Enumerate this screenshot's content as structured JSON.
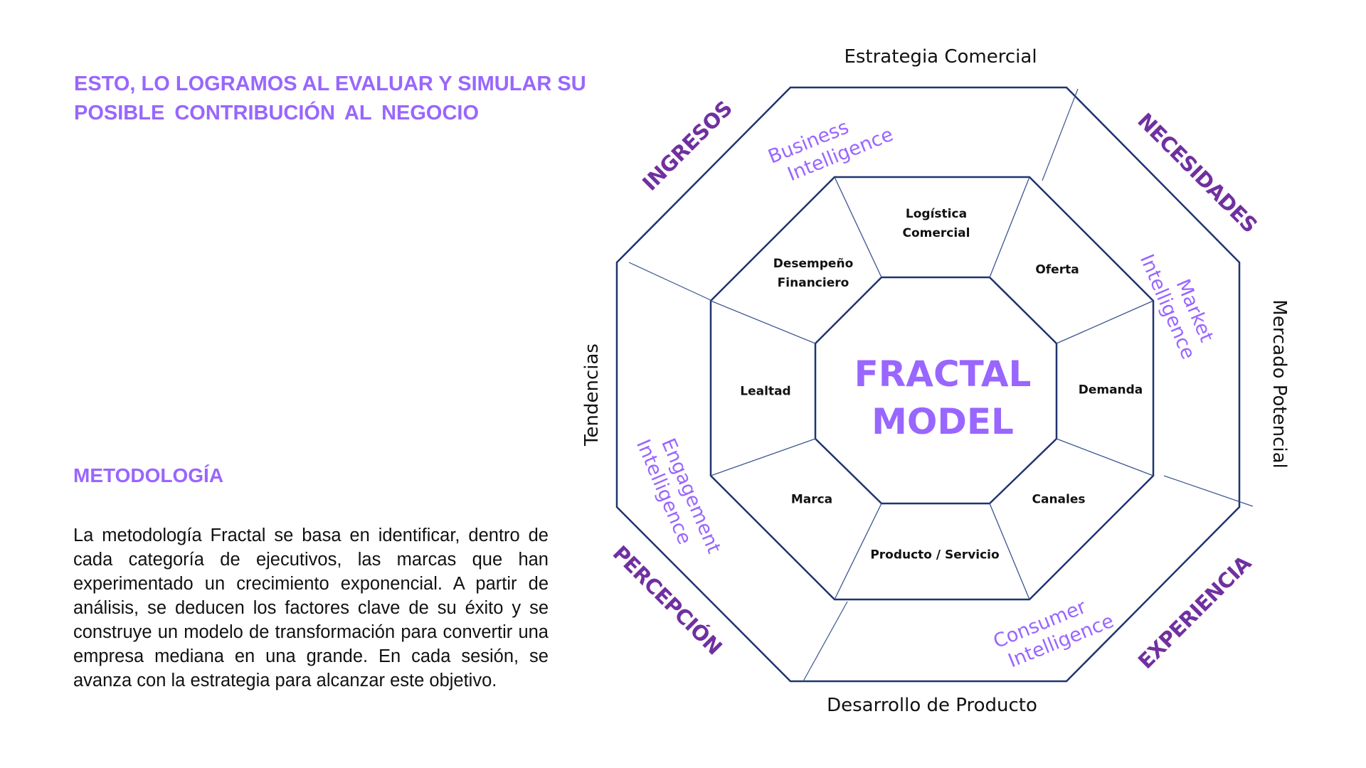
{
  "header": {
    "title_line1": "ESTO, LO LOGRAMOS AL EVALUAR Y SIMULAR SU",
    "title_line2": "POSIBLE CONTRIBUCIÓN AL NEGOCIO"
  },
  "methodology": {
    "title": "METODOLOGÍA",
    "body": "La metodología Fractal se basa en identificar, dentro de cada categoría de ejecutivos, las marcas que han experimentado un crecimiento exponencial. A partir de análisis, se deducen los factores clave de su éxito y se construye un modelo de transformación para convertir una empresa mediana en una grande. En cada sesión, se avanza con la estrategia para alcanzar este objetivo."
  },
  "diagram": {
    "center": {
      "line1": "FRACTAL",
      "line2": "MODEL"
    },
    "segments": {
      "logistica": {
        "line1": "Logística",
        "line2": "Comercial"
      },
      "oferta": "Oferta",
      "demanda": "Demanda",
      "canales": "Canales",
      "producto": "Producto / Servicio",
      "marca": "Marca",
      "lealtad": "Lealtad",
      "desempeno": {
        "line1": "Desempeño",
        "line2": "Financiero"
      }
    },
    "axes": {
      "top": "Estrategia Comercial",
      "right": "Mercado Potencial",
      "bottom": "Desarrollo de Producto",
      "left": "Tendencias"
    },
    "categories": {
      "ingresos": "INGRESOS",
      "necesidades": "NECESIDADES",
      "experiencia": "EXPERIENCIA",
      "percepcion": "PERCEPCIÓN"
    },
    "intelligence": {
      "business": {
        "line1": "Business",
        "line2": "Intelligence"
      },
      "market": {
        "line1": "Market",
        "line2": "Intelligence"
      },
      "consumer": {
        "line1": "Consumer",
        "line2": "Intelligence"
      },
      "engagement": {
        "line1": "Engagement",
        "line2": "Intelligence"
      }
    },
    "colors": {
      "stroke": "#1F3470",
      "accent": "#9966FF",
      "category": "#7030A0"
    }
  }
}
